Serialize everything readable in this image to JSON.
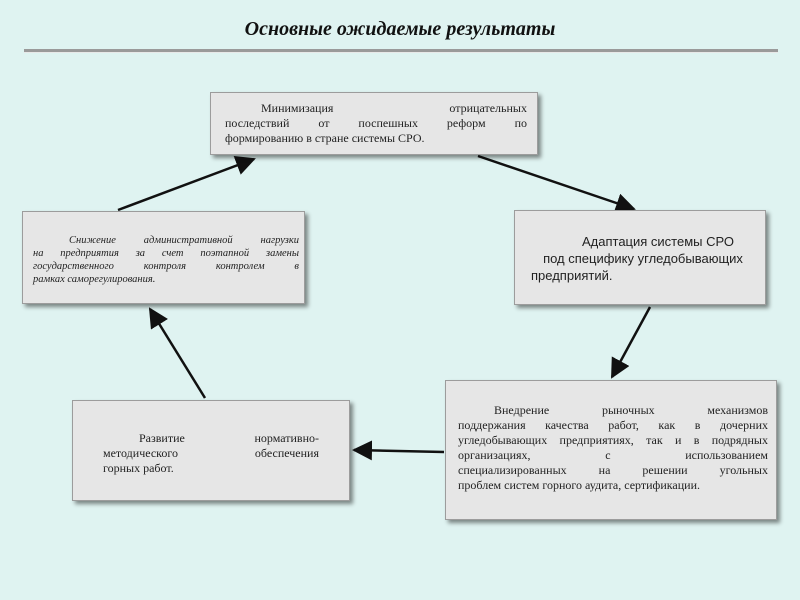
{
  "title": "Основные ожидаемые результаты",
  "boxes": {
    "top": {
      "lines": [
        "Минимизация отрицательных",
        "последствий от поспешных реформ по",
        "формированию в стране системы СРО."
      ]
    },
    "left": {
      "lines": [
        "Снижение административной нагрузки",
        "на предприятия за счет поэтапной замены",
        "государственного контроля контролем в",
        "рамках саморегулирования."
      ]
    },
    "right": {
      "lines": [
        "Адаптация системы СРО",
        "под специфику угледобывающих",
        "предприятий."
      ]
    },
    "bottom_left": {
      "lines": [
        "Развитие нормативно-",
        "методического обеспечения",
        "горных работ."
      ]
    },
    "bottom_right": {
      "lines": [
        "Внедрение рыночных механизмов",
        "поддержания качества работ, как в дочерних",
        "угледобывающих предприятиях, так и в подрядных",
        "организациях, с использованием",
        "специализированных на решении угольных",
        "проблем систем горного аудита, сертификации."
      ]
    }
  },
  "colors": {
    "background": "#dff3f1",
    "box_fill": "#e6e6e6",
    "arrow": "#111111"
  }
}
